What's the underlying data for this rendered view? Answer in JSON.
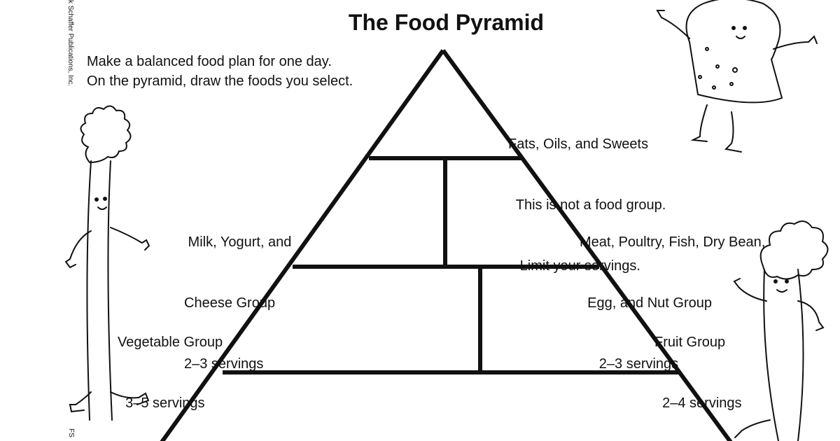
{
  "title": "The Food Pyramid",
  "instructions": [
    "Make a balanced food plan for one day.",
    "On the pyramid, draw the foods you select."
  ],
  "groups": {
    "fats": [
      "Fats, Oils, and Sweets",
      "  This is not a food group.",
      "   Limit your servings."
    ],
    "milk": [
      " Milk, Yogurt, and",
      "Cheese Group",
      "2–3 servings"
    ],
    "meat": [
      "Meat, Poultry, Fish, Dry Bean,",
      "  Egg, and Nut Group",
      "     2–3 servings"
    ],
    "vegetable": [
      "Vegetable Group",
      "  3–5 servings"
    ],
    "fruit": [
      "Fruit Group",
      "  2–4 servings"
    ]
  },
  "credit": "k Schaffer Publications, Inc.",
  "code": "FS",
  "icons": [
    "celery-character-icon",
    "bread-slice-character-icon",
    "carrot-character-icon"
  ]
}
